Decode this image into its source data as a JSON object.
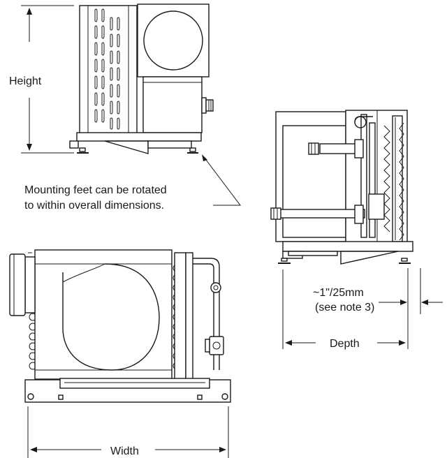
{
  "labels": {
    "height": "Height",
    "width": "Width",
    "depth": "Depth",
    "clearance": "~1\"/25mm",
    "note": "(see note 3)",
    "mounting_line1": "Mounting feet can be rotated",
    "mounting_line2": "to within overall dimensions."
  }
}
